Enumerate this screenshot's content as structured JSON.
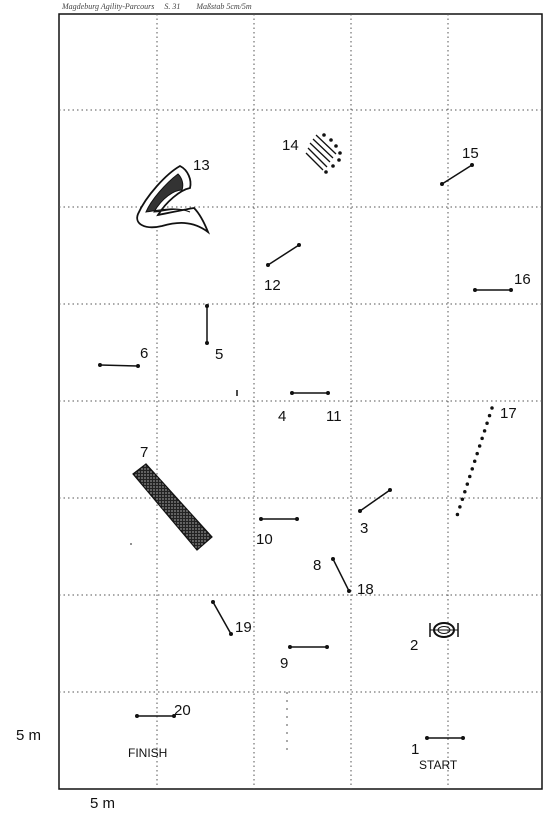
{
  "header": {
    "left": "Magdeburg Agility-Parcours",
    "mid": "S. 31",
    "right": "Maßstab 5cm/5m"
  },
  "scale": {
    "vertical": "5 m",
    "horizontal": "5 m"
  },
  "labels": {
    "finish": "FINISH",
    "start": "START"
  },
  "obstacles": [
    {
      "num": "1"
    },
    {
      "num": "2"
    },
    {
      "num": "3"
    },
    {
      "num": "4"
    },
    {
      "num": "5"
    },
    {
      "num": "6"
    },
    {
      "num": "7"
    },
    {
      "num": "8"
    },
    {
      "num": "9"
    },
    {
      "num": "10"
    },
    {
      "num": "11"
    },
    {
      "num": "12"
    },
    {
      "num": "13"
    },
    {
      "num": "14"
    },
    {
      "num": "15"
    },
    {
      "num": "16"
    },
    {
      "num": "17"
    },
    {
      "num": "18"
    },
    {
      "num": "19"
    },
    {
      "num": "20"
    }
  ]
}
